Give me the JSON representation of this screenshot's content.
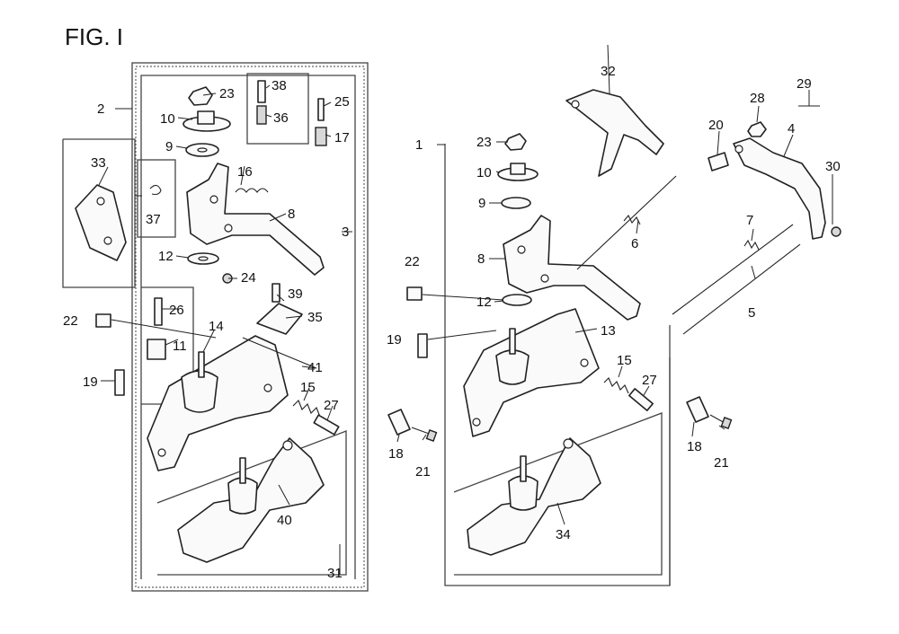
{
  "figure": {
    "title": "FIG. I"
  },
  "callouts": {
    "c1": "1",
    "c2": "2",
    "c3": "3",
    "c4": "4",
    "c5": "5",
    "c6": "6",
    "c7": "7",
    "c8a": "8",
    "c8b": "8",
    "c9a": "9",
    "c9b": "9",
    "c10a": "10",
    "c10b": "10",
    "c11": "11",
    "c12a": "12",
    "c12b": "12",
    "c13": "13",
    "c14": "14",
    "c15a": "15",
    "c15b": "15",
    "c16": "16",
    "c17": "17",
    "c18a": "18",
    "c18b": "18",
    "c19a": "19",
    "c19b": "19",
    "c20": "20",
    "c21a": "21",
    "c21b": "21",
    "c22a": "22",
    "c22b": "22",
    "c23a": "23",
    "c23b": "23",
    "c24": "24",
    "c25": "25",
    "c26": "26",
    "c27a": "27",
    "c27b": "27",
    "c28": "28",
    "c29": "29",
    "c30": "30",
    "c31": "31",
    "c32": "32",
    "c33": "33",
    "c34": "34",
    "c35": "35",
    "c36": "36",
    "c37": "37",
    "c38": "38",
    "c39": "39",
    "c40": "40",
    "c41": "41"
  }
}
